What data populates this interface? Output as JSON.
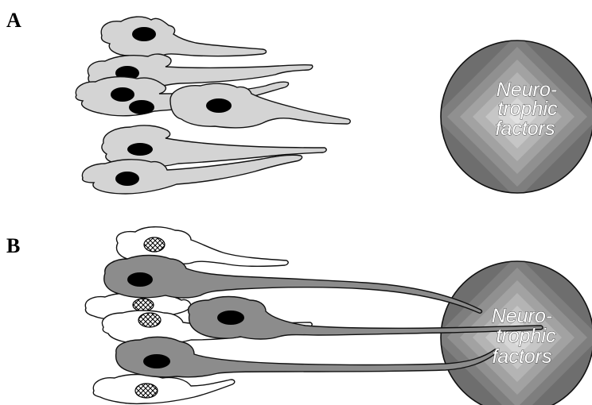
{
  "panels": [
    {
      "label": "A",
      "target_text": [
        "Neuro-",
        "trophic",
        "factors"
      ],
      "axons_connected": false
    },
    {
      "label": "B",
      "target_text": [
        "Neuro-",
        "trophic",
        "factors"
      ],
      "axons_connected": true
    }
  ],
  "colors": {
    "cell_fill_panel_a": "#d4d4d4",
    "cell_fill_surviving": "#8c8c8c",
    "cell_fill_dying": "#ffffff",
    "nucleus": "#000000",
    "target_ring_outer": "#6e6e6e",
    "target_ring_inner": "#e2e2e2"
  },
  "icons": {
    "living_nucleus": "solid-oval",
    "degenerating_nucleus": "cross-hatched-oval"
  }
}
